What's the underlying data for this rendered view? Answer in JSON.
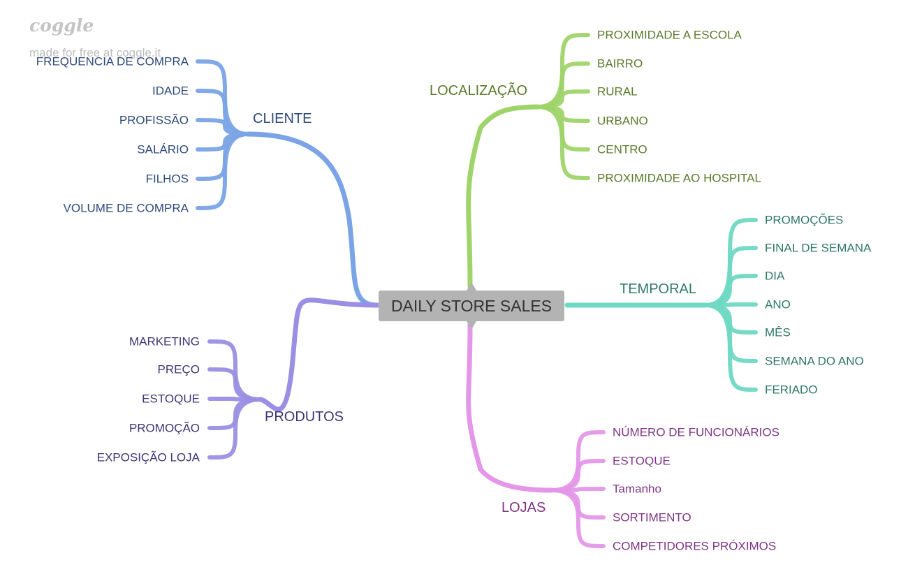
{
  "brand": {
    "logo_text": "coggle",
    "tagline": "made for free at coggle.it"
  },
  "center": {
    "label": "DAILY STORE SALES",
    "color": "#b3b3b3",
    "text_color": "#333333"
  },
  "branches": [
    {
      "id": "cliente",
      "label": "CLIENTE",
      "side": "left",
      "color": "#7ba4e6",
      "text_color": "#2d4a7a",
      "items": [
        "FREQUENCIA DE COMPRA",
        "IDADE",
        "PROFISSÃO",
        "SALÁRIO",
        "FILHOS",
        "VOLUME DE COMPRA"
      ]
    },
    {
      "id": "produtos",
      "label": "PRODUTOS",
      "side": "left",
      "color": "#9b8fe3",
      "text_color": "#3e3474",
      "items": [
        "MARKETING",
        "PREÇO",
        "ESTOQUE",
        "PROMOÇÃO",
        "EXPOSIÇÃO LOJA"
      ]
    },
    {
      "id": "localizacao",
      "label": "LOCALIZAÇÃO",
      "side": "right",
      "color": "#9fd46a",
      "text_color": "#5a7a2b",
      "items": [
        "PROXIMIDADE A ESCOLA",
        "BAIRRO",
        "RURAL",
        "URBANO",
        "CENTRO",
        "PROXIMIDADE AO HOSPITAL"
      ]
    },
    {
      "id": "temporal",
      "label": "TEMPORAL",
      "side": "right",
      "color": "#6fd9c3",
      "text_color": "#2f7767",
      "items": [
        "PROMOÇÕES",
        "FINAL DE SEMANA",
        "DIA",
        "ANO",
        "MÊS",
        "SEMANA DO ANO",
        "FERIADO"
      ]
    },
    {
      "id": "lojas",
      "label": "LOJAS",
      "side": "right",
      "color": "#e497e8",
      "text_color": "#7d3585",
      "items": [
        "NÚMERO DE FUNCIONÁRIOS",
        "ESTOQUE",
        "Tamanho",
        "SORTIMENTO",
        "COMPETIDORES PRÓXIMOS"
      ]
    }
  ]
}
